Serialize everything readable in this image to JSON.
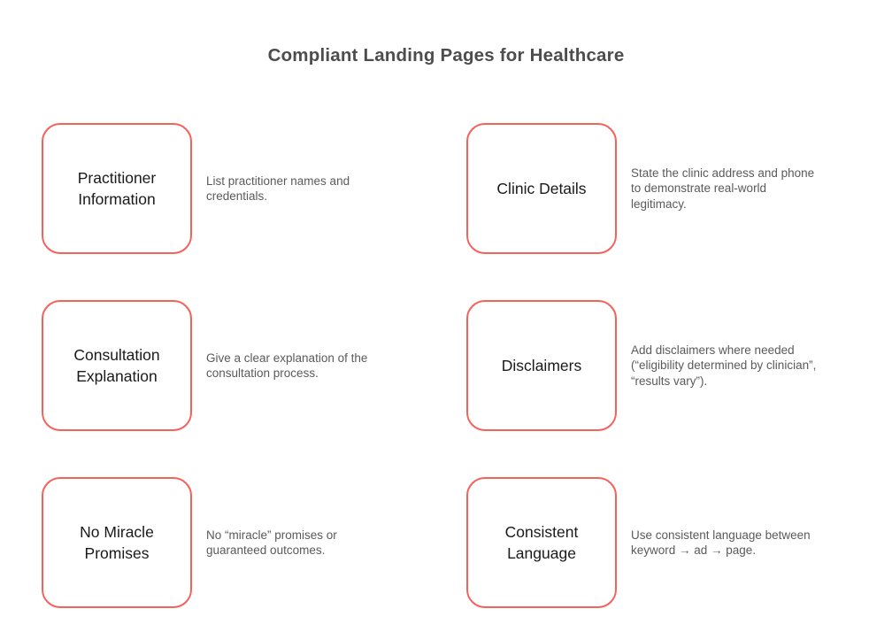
{
  "title": "Compliant Landing Pages for Healthcare",
  "colors": {
    "accent": "#f2635c",
    "title_text": "#4d4d4d",
    "label_text": "#1a1a1a",
    "description_text": "#5a5a5a",
    "background": "#ffffff"
  },
  "items": [
    {
      "label": "Practitioner\nInformation",
      "description": "List practitioner names and\ncredentials."
    },
    {
      "label": "Clinic Details",
      "description": "State the clinic address and phone\nto demonstrate real-world\nlegitimacy."
    },
    {
      "label": "Consultation\nExplanation",
      "description": "Give a clear explanation of the\nconsultation process."
    },
    {
      "label": "Disclaimers",
      "description": "Add disclaimers where needed\n(“eligibility determined by clinician”,\n“results vary”)."
    },
    {
      "label": "No Miracle\nPromises",
      "description": "No “miracle” promises or\nguaranteed outcomes."
    },
    {
      "label": "Consistent\nLanguage",
      "description": "Use consistent language between\nkeyword → ad → page."
    }
  ]
}
